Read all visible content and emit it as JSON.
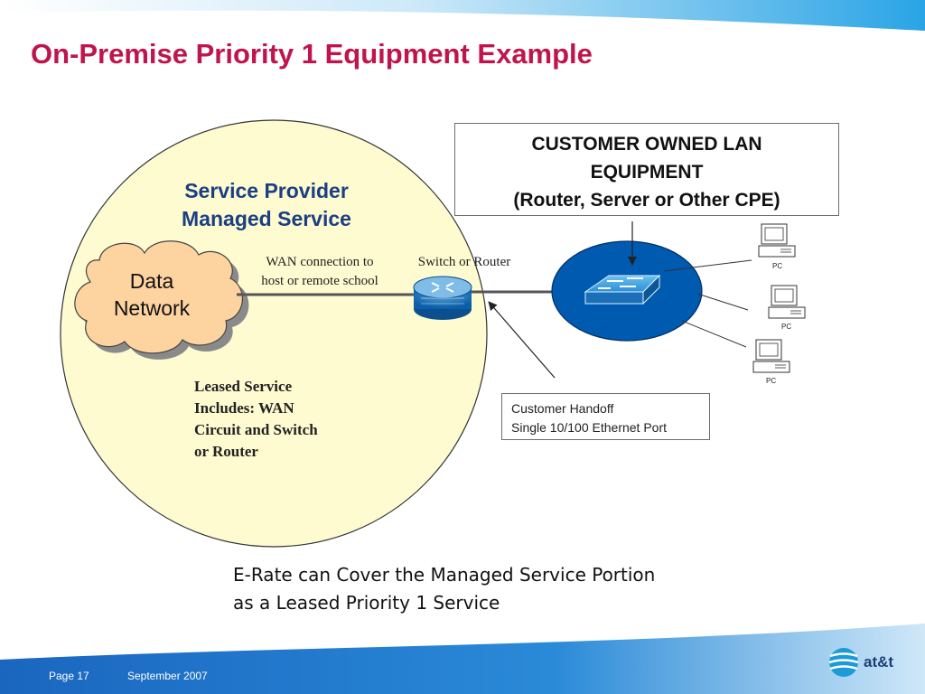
{
  "slide": {
    "title": "On-Premise Priority 1 Equipment Example"
  },
  "diagram": {
    "customer_box": {
      "line1": "CUSTOMER OWNED LAN",
      "line2": "EQUIPMENT",
      "line3": "(Router, Server or Other CPE)"
    },
    "service_provider": {
      "line1": "Service Provider",
      "line2": "Managed Service"
    },
    "data_network": {
      "line1": "Data",
      "line2": "Network"
    },
    "wan_connection": {
      "line1": "WAN connection to",
      "line2": "host or remote school"
    },
    "switch_router_label": "Switch or Router",
    "leased_service": {
      "line1": "Leased Service",
      "line2": "Includes: WAN",
      "line3": "Circuit and Switch",
      "line4": "or Router"
    },
    "handoff": {
      "line1": "Customer Handoff",
      "line2": "Single 10/100 Ethernet Port"
    },
    "pcs": [
      "PC",
      "PC",
      "PC"
    ]
  },
  "note": {
    "line1": "E-Rate can Cover the Managed Service Portion",
    "line2": "as a Leased Priority 1 Service"
  },
  "footer": {
    "page": "Page 17",
    "date": "September 2007",
    "logo_text": "at&t"
  },
  "colors": {
    "title": "#c0144c",
    "service_circle_fill": "#fefbd1",
    "cloud_fill": "#fdd3a0",
    "lan_oval": "#005ab0",
    "header_band": "#3cb4ea",
    "footer_band": "#1e6fc6"
  }
}
